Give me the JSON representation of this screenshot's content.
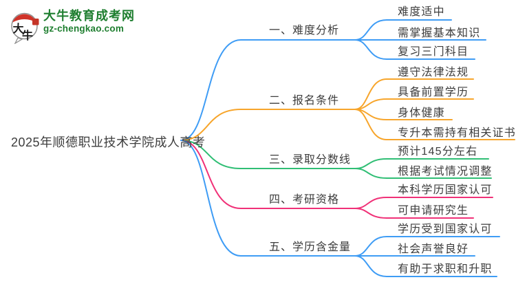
{
  "brand": {
    "name": "大牛教育成考网",
    "domain": "gz-chengkao.com",
    "icon": "daniu-speech-bubble-logo",
    "name_color": "#1e7e2f",
    "logo_red": "#d0342a",
    "logo_outline": "#8f8f8f",
    "logo_glyphs": "大牛"
  },
  "mindmap": {
    "central_topic": "2025年顺德职业技术学院成人高考",
    "text_color": "#3d3d3d",
    "branches": [
      {
        "label": "一、难度分析",
        "color": "#3e9cf5",
        "children": [
          "难度适中",
          "需掌握基本知识",
          "复习三门科目"
        ]
      },
      {
        "label": "二、报名条件",
        "color": "#f7a52b",
        "children": [
          "遵守法律法规",
          "具备前置学历",
          "身体健康",
          "专升本需持有相关证书"
        ]
      },
      {
        "label": "三、录取分数线",
        "color": "#2fbe74",
        "children": [
          "预计145分左右",
          "根据考试情况调整"
        ]
      },
      {
        "label": "四、考研资格",
        "color": "#f03077",
        "children": [
          "本科学历国家认可",
          "可申请研究生"
        ]
      },
      {
        "label": "五、学历含金量",
        "color": "#3e9cf5",
        "children": [
          "学历受到国家认可",
          "社会声誉良好",
          "有助于求职和升职"
        ]
      }
    ]
  }
}
